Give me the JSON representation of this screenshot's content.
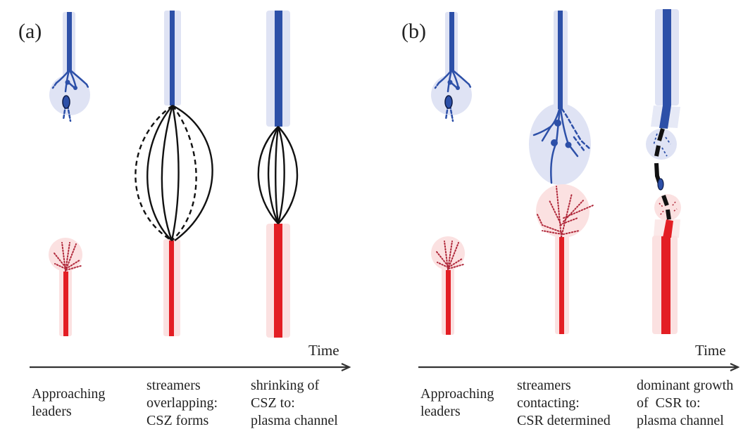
{
  "colors": {
    "downward_leader": "#2d50a8",
    "downward_halo": "#dfe3f4",
    "upward_leader": "#e31e24",
    "upward_halo": "#fbe1e1",
    "streamer_dots": "#b0283a",
    "channel": "#111111",
    "axis": "#333333"
  },
  "panels": [
    {
      "label": "(a)",
      "time_axis_label": "Time",
      "stages": [
        {
          "caption": "Approaching\nleaders"
        },
        {
          "caption": "streamers\noverlapping:\nCSZ forms"
        },
        {
          "caption": "shrinking of\nCSZ to:\nplasma channel"
        }
      ]
    },
    {
      "label": "(b)",
      "time_axis_label": "Time",
      "stages": [
        {
          "caption": "Approaching\nleaders"
        },
        {
          "caption": "streamers\ncontacting:\nCSR determined"
        },
        {
          "caption": "dominant growth\nof  CSR to:\nplasma channel"
        }
      ]
    }
  ]
}
